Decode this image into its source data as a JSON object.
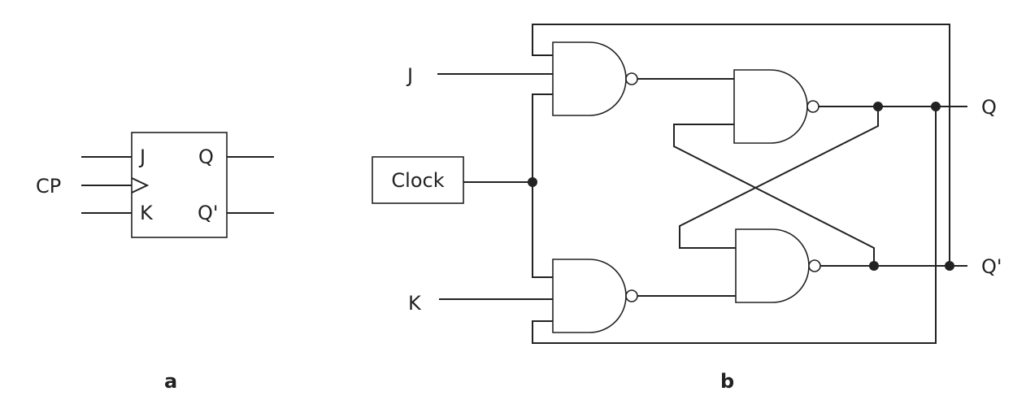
{
  "panel_a": {
    "caption": "a",
    "inputs": {
      "j": "J",
      "clock": "CP",
      "k": "K"
    },
    "pins": {
      "j": "J",
      "k": "K",
      "q": "Q",
      "qbar": "Q'"
    }
  },
  "panel_b": {
    "caption": "b",
    "inputs": {
      "j": "J",
      "k": "K"
    },
    "clock_box": "Clock",
    "outputs": {
      "q": "Q",
      "qbar": "Q'"
    }
  },
  "colors": {
    "stroke": "#222222",
    "background": "#ffffff"
  }
}
